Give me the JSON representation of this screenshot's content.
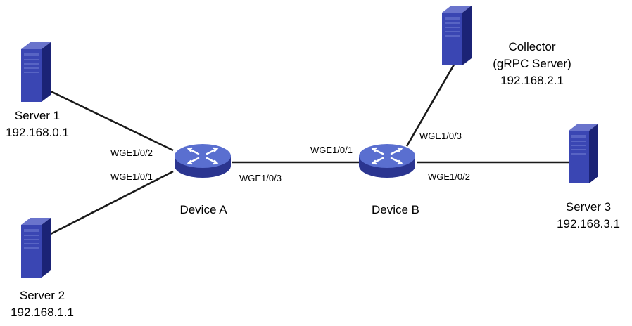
{
  "colors": {
    "link": "#1a1a1a",
    "server_front": "#3a46b3",
    "server_side": "#1b2376",
    "server_top": "#6a74cc",
    "router_top": "#5a6fd0",
    "router_side": "#2b3590",
    "router_arrows": "#ffffff",
    "text": "#000000"
  },
  "nodes": {
    "server1": {
      "name": "Server 1",
      "ip": "192.168.0.1",
      "icon": "server-icon"
    },
    "server2": {
      "name": "Server 2",
      "ip": "192.168.1.1",
      "icon": "server-icon"
    },
    "server3": {
      "name": "Server 3",
      "ip": "192.168.3.1",
      "icon": "server-icon"
    },
    "collector": {
      "name": "Collector",
      "role": "(gRPC Server)",
      "ip": "192.168.2.1",
      "icon": "server-icon"
    },
    "device_a": {
      "name": "Device A",
      "icon": "router-icon"
    },
    "device_b": {
      "name": "Device B",
      "icon": "router-icon"
    }
  },
  "ports": {
    "a_to_server1": "WGE1/0/2",
    "a_to_server2": "WGE1/0/1",
    "a_to_b": "WGE1/0/3",
    "b_to_a": "WGE1/0/1",
    "b_to_collector": "WGE1/0/3",
    "b_to_server3": "WGE1/0/2"
  },
  "links": [
    {
      "from": "server1",
      "to": "device_a"
    },
    {
      "from": "server2",
      "to": "device_a"
    },
    {
      "from": "device_a",
      "to": "device_b"
    },
    {
      "from": "device_b",
      "to": "collector"
    },
    {
      "from": "device_b",
      "to": "server3"
    }
  ]
}
